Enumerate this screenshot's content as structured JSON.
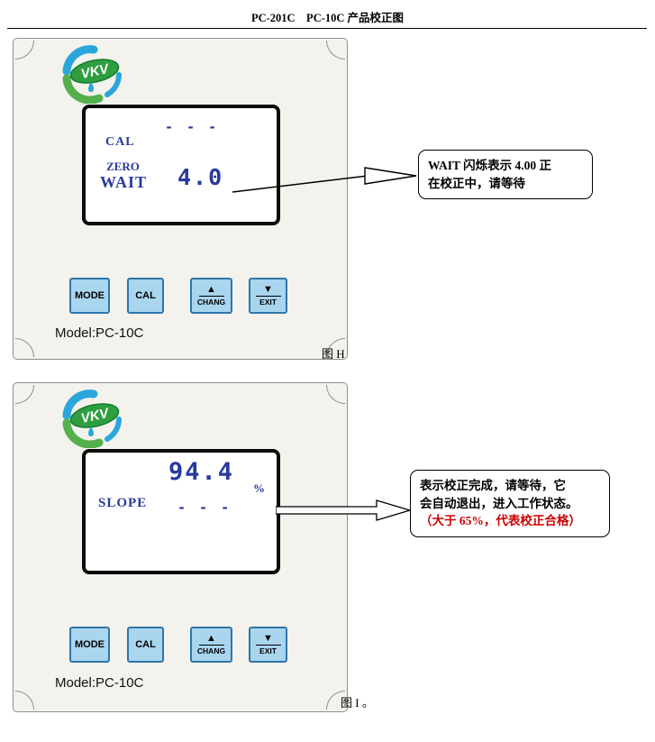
{
  "header": {
    "title": "PC-201C    PC-10C 产品校正图"
  },
  "colors": {
    "lcd_text": "#283a9b",
    "button_fill": "#a9d5ef",
    "button_border": "#2f76aa",
    "callout_red": "#cc0000",
    "panel_fill": "#f3f2ec"
  },
  "panel_h": {
    "logo": "VKV",
    "lcd": {
      "dashes": "- - -",
      "cal": "CAL",
      "zero": "ZERO",
      "wait": "WAIT",
      "value": "4.0"
    },
    "buttons": {
      "mode": "MODE",
      "cal": "CAL",
      "chang": "CHANG",
      "exit": "EXIT",
      "up_icon": "▲",
      "down_icon": "▼"
    },
    "model": "Model:PC-10C",
    "caption": "图 H",
    "callout": {
      "line1": "WAIT 闪烁表示 4.00 正",
      "line2": "在校正中，请等待"
    }
  },
  "panel_i": {
    "logo": "VKV",
    "lcd": {
      "value": "94.4",
      "percent": "%",
      "slope": "SLOPE",
      "dashes": "- - -"
    },
    "buttons": {
      "mode": "MODE",
      "cal": "CAL",
      "chang": "CHANG",
      "exit": "EXIT",
      "up_icon": "▲",
      "down_icon": "▼"
    },
    "model": "Model:PC-10C",
    "caption": "图 I 。",
    "callout": {
      "line1": "表示校正完成，请等待，它",
      "line2": "会自动退出，进入工作状态。",
      "line3": "（大于 65%，代表校正合格）"
    }
  }
}
